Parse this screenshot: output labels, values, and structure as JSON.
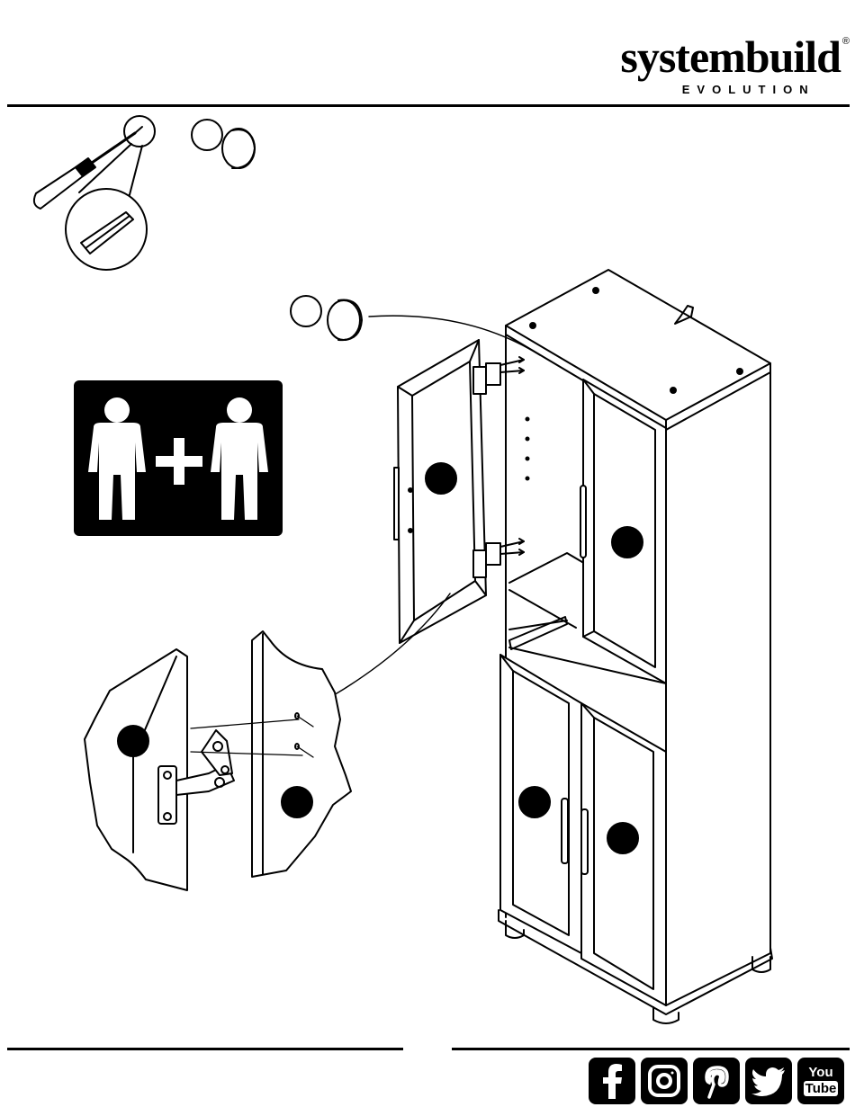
{
  "brand": {
    "name": "systembuild",
    "subtitle": "EVOLUTION",
    "registered_mark": "®"
  },
  "social": {
    "youtube_line1": "You",
    "youtube_line2": "Tube"
  },
  "icons": [
    "screwdriver-icon",
    "cam-cover-icon",
    "two-person-icon",
    "hinge-icon",
    "facebook-icon",
    "instagram-icon",
    "pinterest-icon",
    "twitter-icon",
    "youtube-icon"
  ],
  "colors": {
    "ink": "#000000",
    "paper": "#ffffff"
  }
}
